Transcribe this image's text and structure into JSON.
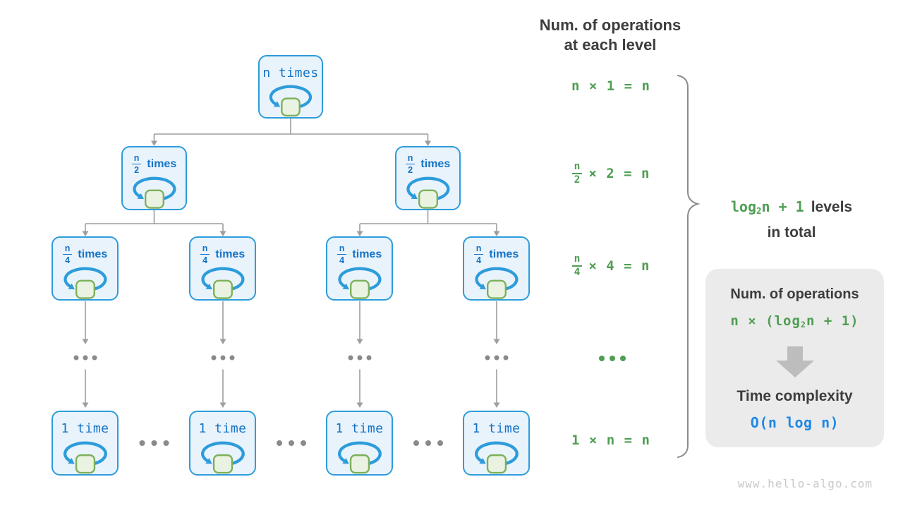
{
  "header": {
    "line1": "Num. of operations",
    "line2": "at each level"
  },
  "tree": {
    "root": {
      "label": "n times"
    },
    "l2": [
      {
        "num": "n",
        "den": "2",
        "suffix": "times"
      },
      {
        "num": "n",
        "den": "2",
        "suffix": "times"
      }
    ],
    "l3": [
      {
        "num": "n",
        "den": "4",
        "suffix": "times"
      },
      {
        "num": "n",
        "den": "4",
        "suffix": "times"
      },
      {
        "num": "n",
        "den": "4",
        "suffix": "times"
      },
      {
        "num": "n",
        "den": "4",
        "suffix": "times"
      }
    ],
    "bottom": [
      {
        "label": "1 time"
      },
      {
        "label": "1 time"
      },
      {
        "label": "1 time"
      },
      {
        "label": "1 time"
      }
    ]
  },
  "equations": {
    "row1": "n × 1 = n",
    "row2": {
      "num": "n",
      "den": "2",
      "rest": "× 2 = n"
    },
    "row3": {
      "num": "n",
      "den": "4",
      "rest": "× 4 = n"
    },
    "row4": "1 × n = n"
  },
  "brace_label": {
    "green_pre": "log",
    "green_sub": "2",
    "green_post": "n + 1",
    "dark": "levels",
    "line2": "in total"
  },
  "summary": {
    "title": "Num. of operations",
    "formula_pre": "n × (log",
    "formula_sub": "2",
    "formula_post": "n + 1)",
    "subtitle": "Time complexity",
    "result": "O(n log n)"
  },
  "watermark": "www.hello-algo.com",
  "colors": {
    "green": "#4f9e53",
    "blue_accent": "#1e88e5",
    "node_border": "#2d9cdb",
    "node_fill": "#e9f3fc",
    "node_text": "#1473c6",
    "square_fill": "#eaf3e2",
    "square_border": "#7cb05a",
    "connector_gray": "#9e9e9e",
    "dark_text": "#3d3d3d",
    "box_bg": "#ebebeb",
    "brace_gray": "#8c8c8c",
    "watermark_gray": "#c9c9c9"
  }
}
